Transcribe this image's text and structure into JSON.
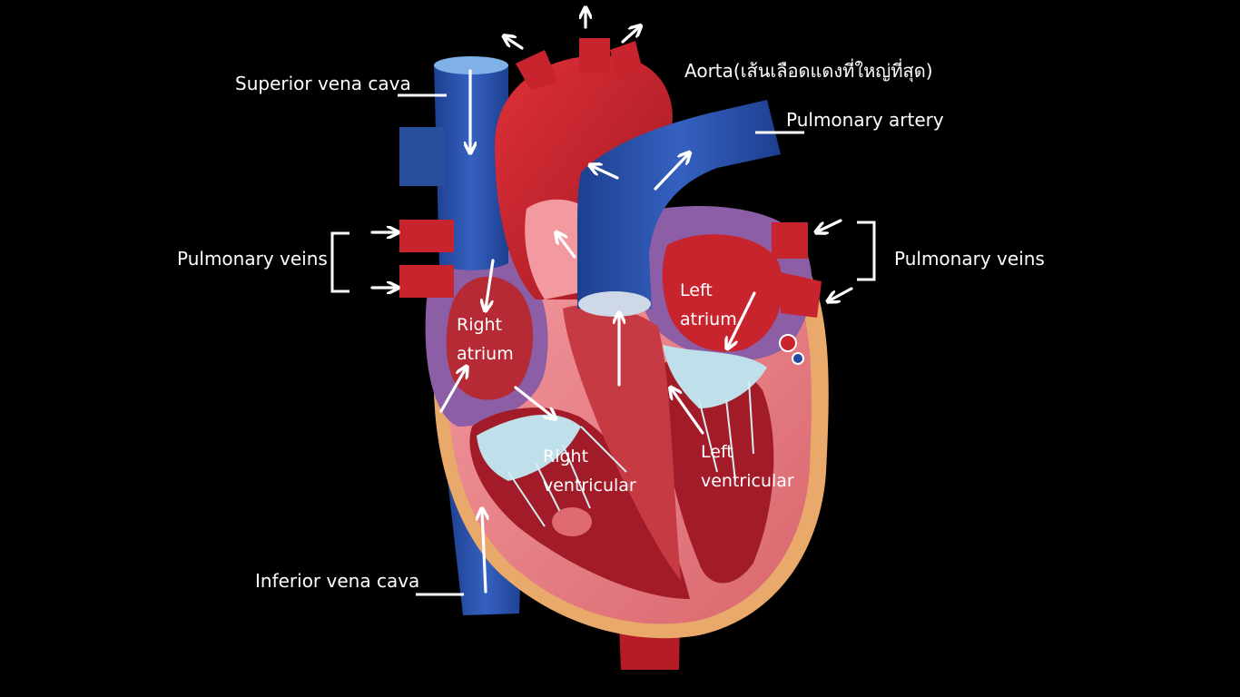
{
  "labels": {
    "superior_vena_cava": "Superior vena cava",
    "aorta": "Aorta(เส้นเลือดแดงที่ใหญ่ที่สุด)",
    "pulmonary_artery": "Pulmonary artery",
    "pulmonary_veins_left": "Pulmonary veins",
    "pulmonary_veins_right": "Pulmonary veins",
    "inferior_vena_cava": "Inferior vena cava",
    "right_atrium": [
      "Right",
      "atrium"
    ],
    "left_atrium": [
      "Left",
      "atrium"
    ],
    "right_ventricular": [
      "Right",
      "ventricular"
    ],
    "left_ventricular": [
      "Left",
      "ventricular"
    ]
  },
  "colors": {
    "background": "#000000",
    "oxygenated": "#c8242e",
    "deoxygenated": "#234a9e",
    "myocardium": "#e98a8e",
    "fat": "#e8a96a",
    "valve": "#bfe0ea",
    "arrow": "#ffffff"
  }
}
